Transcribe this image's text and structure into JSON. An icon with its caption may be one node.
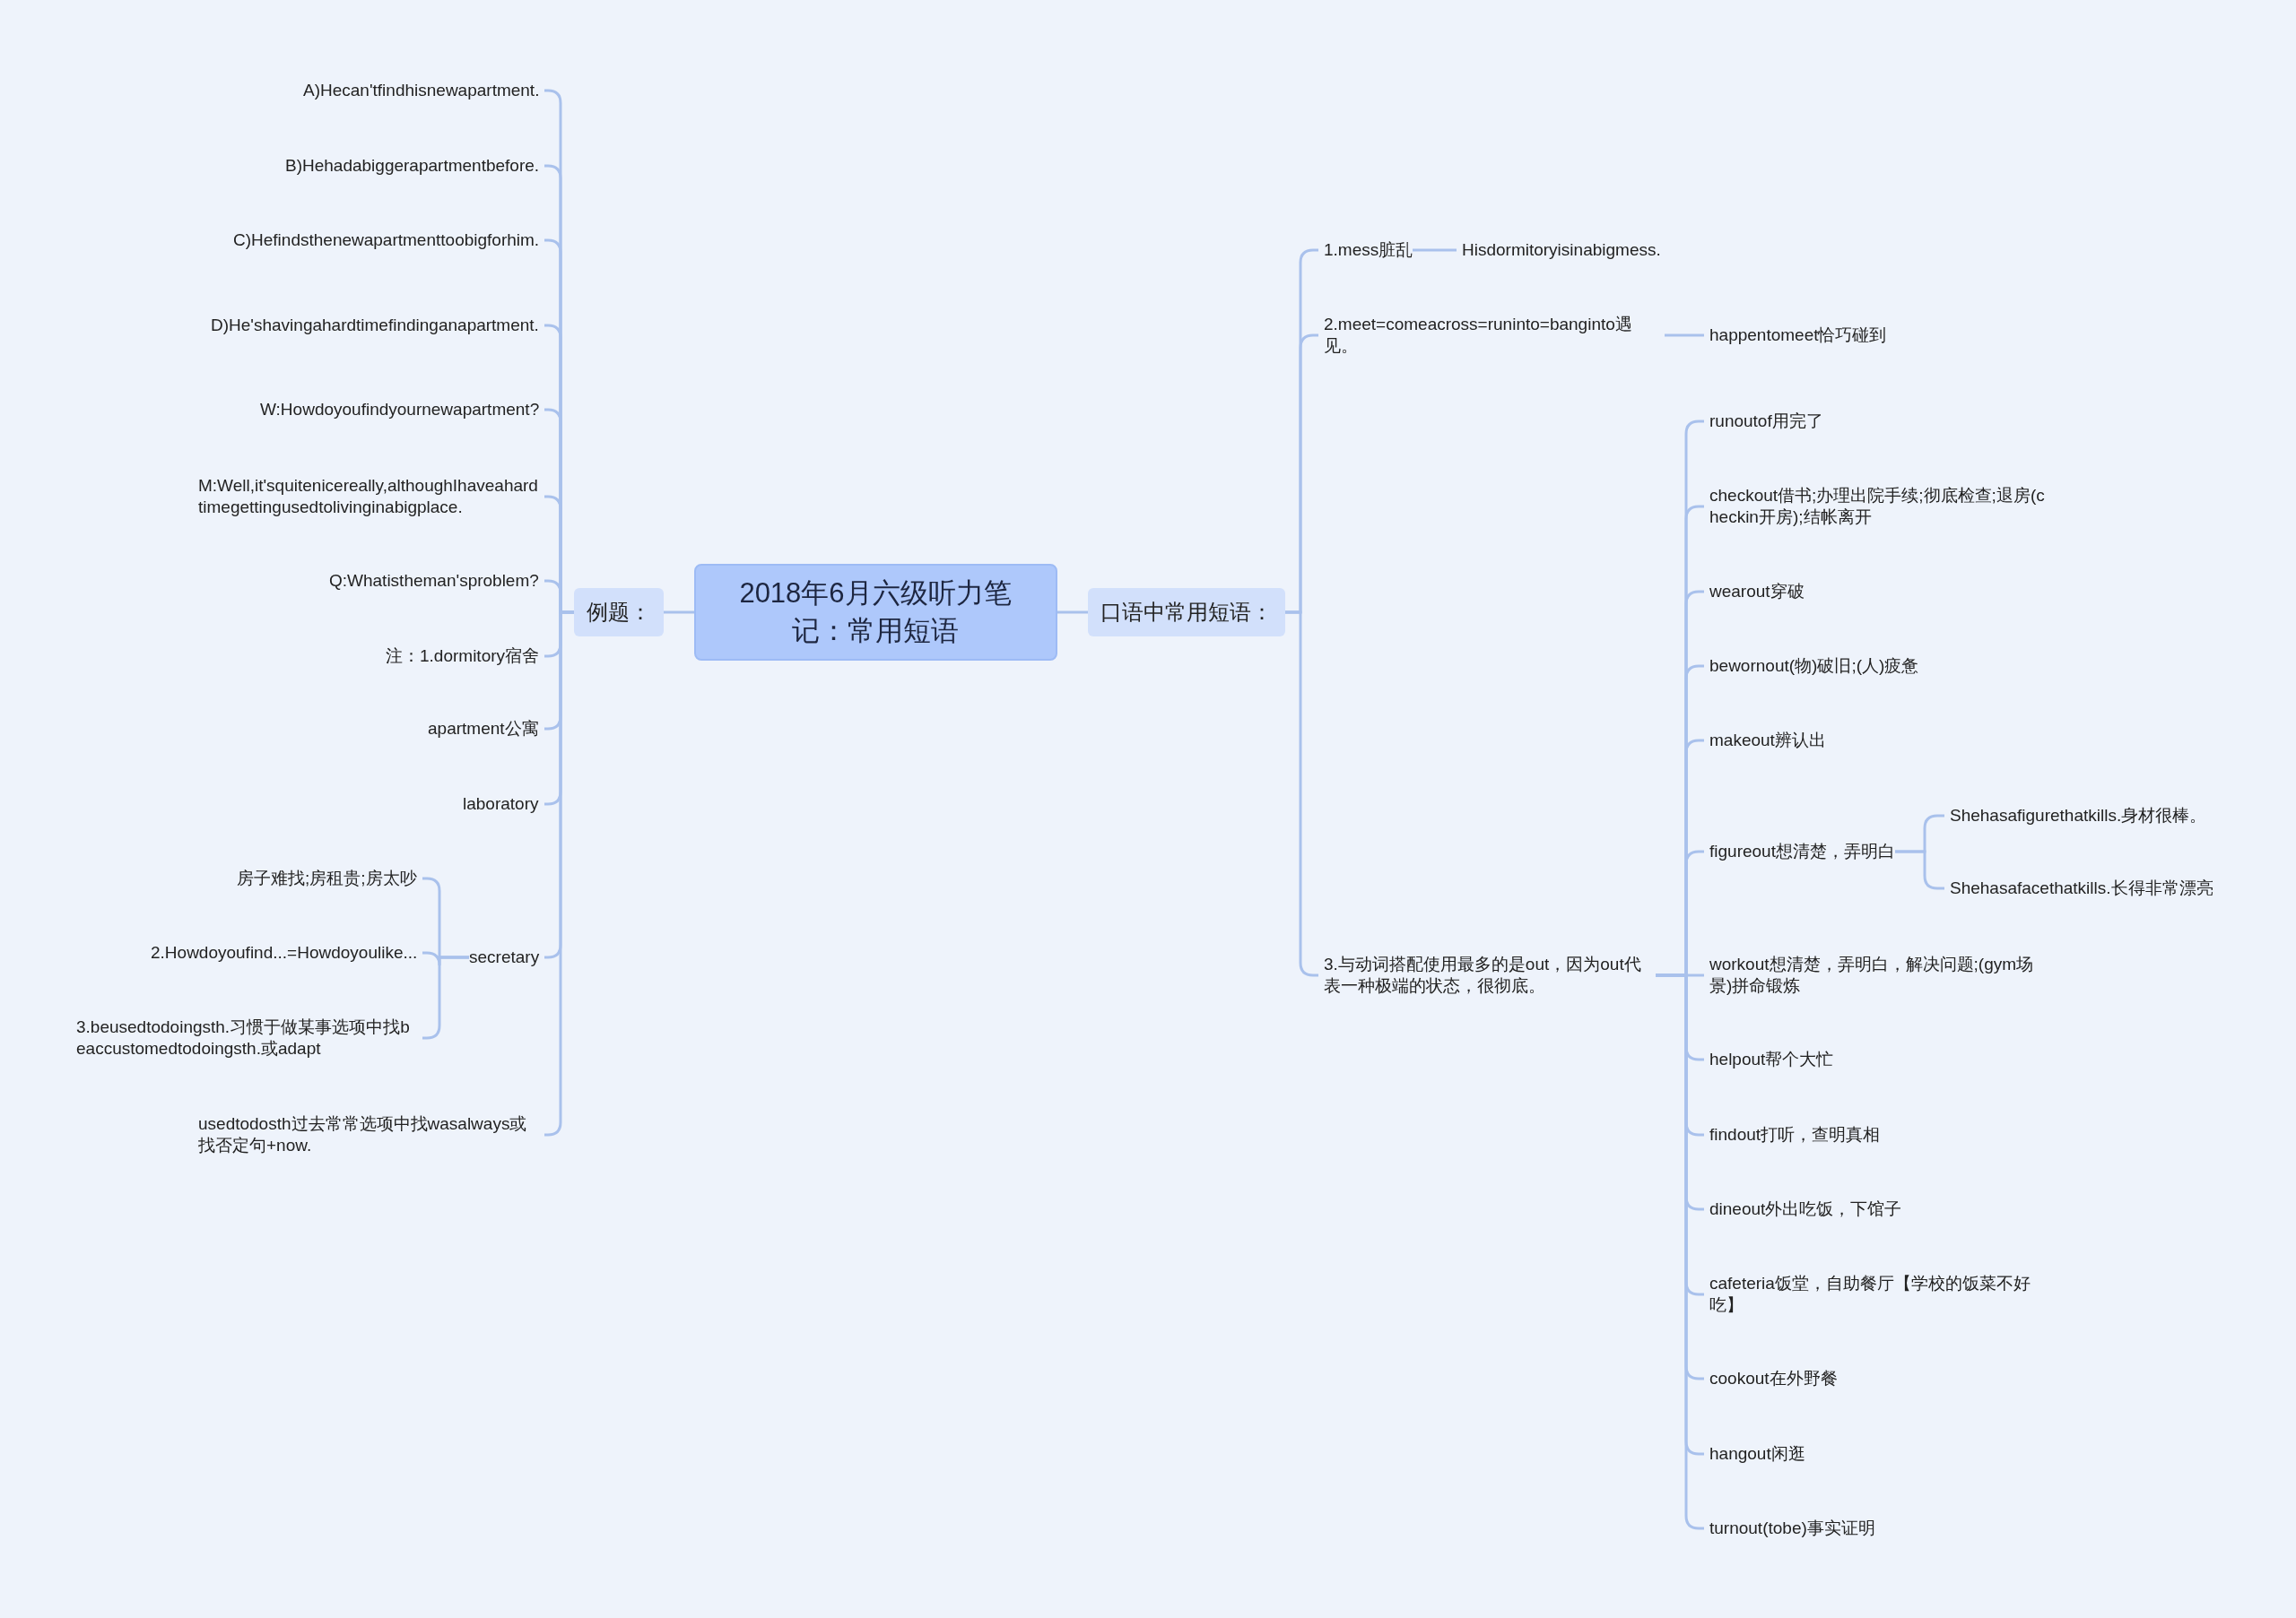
{
  "diagram": {
    "nodes": [
      {
        "text": [
          "2018年6月六级听力笔记：常用短语"
        ]
      },
      {
        "text": [
          "例题："
        ]
      },
      {
        "text": [
          "口语中常用短语："
        ]
      },
      {
        "text": [
          "A)Hecan'tfindhisnewapartment."
        ]
      },
      {
        "text": [
          "B)Hehadabiggerapartmentbefore."
        ]
      },
      {
        "text": [
          "C)Hefindsthenewapartmenttoobigforhim."
        ]
      },
      {
        "text": [
          "D)He'shavingahardtimefindinganapartment."
        ]
      },
      {
        "text": [
          "W:Howdoyoufindyournewapartment?"
        ]
      },
      {
        "text": [
          "M:Well,it'squitenicereally,althoughIhaveahardtimegettingusedtolivinginabigplace."
        ]
      },
      {
        "text": [
          "Q:Whatistheman'sproblem?"
        ]
      },
      {
        "text": [
          "注：1.dormitory宿舍"
        ]
      },
      {
        "text": [
          "apartment公寓"
        ]
      },
      {
        "text": [
          "laboratory"
        ]
      },
      {
        "text": [
          "secretary"
        ]
      },
      {
        "text": [
          "房子难找;房租贵;房太吵"
        ]
      },
      {
        "text": [
          "2.Howdoyoufind...=Howdoyoulike..."
        ]
      },
      {
        "text": [
          "3.beusedtodoingsth.习惯于做某事选项中找beaccustomedtodoingsth.或adapt"
        ]
      },
      {
        "text": [
          "usedtodosth过去常常选项中找wasalways或找否定句+now."
        ]
      },
      {
        "text": [
          "1.mess脏乱"
        ]
      },
      {
        "text": [
          "Hisdormitoryisinabigmess."
        ]
      },
      {
        "text": [
          "2.meet=comeacross=runinto=banginto遇见。"
        ]
      },
      {
        "text": [
          "happentomeet恰巧碰到"
        ]
      },
      {
        "text": [
          "3.与动词搭配使用最多的是out，因为out代表一种极端的状态，很彻底。"
        ]
      },
      {
        "text": [
          "runoutof用完了"
        ]
      },
      {
        "text": [
          "checkout借书;办理出院手续;彻底检查;退房(checkin开房);结帐离开"
        ]
      },
      {
        "text": [
          "wearout穿破"
        ]
      },
      {
        "text": [
          "bewornout(物)破旧;(人)疲惫"
        ]
      },
      {
        "text": [
          "makeout辨认出"
        ]
      },
      {
        "text": [
          "figureout想清楚，弄明白"
        ]
      },
      {
        "text": [
          "Shehasafigurethatkills.身材很棒。"
        ]
      },
      {
        "text": [
          "Shehasafacethatkills.长得非常漂亮"
        ]
      },
      {
        "text": [
          "workout想清楚，弄明白，解决问题;(gym场景)拼命锻炼"
        ]
      },
      {
        "text": [
          "helpout帮个大忙"
        ]
      },
      {
        "text": [
          "findout打听，查明真相"
        ]
      },
      {
        "text": [
          "dineout外出吃饭，下馆子"
        ]
      },
      {
        "text": [
          "cafeteria饭堂，自助餐厅【学校的饭菜不好吃】"
        ]
      },
      {
        "text": [
          "cookout在外野餐"
        ]
      },
      {
        "text": [
          "hangout闲逛"
        ]
      },
      {
        "text": [
          "turnout(tobe)事实证明"
        ]
      }
    ],
    "edges": [
      {
        "from": 0,
        "to": 1,
        "arrow": "none"
      },
      {
        "from": 0,
        "to": 2,
        "arrow": "none"
      },
      {
        "from": 1,
        "to": 3,
        "arrow": "none"
      },
      {
        "from": 1,
        "to": 4,
        "arrow": "none"
      },
      {
        "from": 1,
        "to": 5,
        "arrow": "none"
      },
      {
        "from": 1,
        "to": 6,
        "arrow": "none"
      },
      {
        "from": 1,
        "to": 7,
        "arrow": "none"
      },
      {
        "from": 1,
        "to": 8,
        "arrow": "none"
      },
      {
        "from": 1,
        "to": 9,
        "arrow": "none"
      },
      {
        "from": 1,
        "to": 10,
        "arrow": "none"
      },
      {
        "from": 1,
        "to": 11,
        "arrow": "none"
      },
      {
        "from": 1,
        "to": 12,
        "arrow": "none"
      },
      {
        "from": 1,
        "to": 13,
        "arrow": "none"
      },
      {
        "from": 13,
        "to": 14,
        "arrow": "none"
      },
      {
        "from": 13,
        "to": 15,
        "arrow": "none"
      },
      {
        "from": 13,
        "to": 16,
        "arrow": "none"
      },
      {
        "from": 1,
        "to": 17,
        "arrow": "none"
      },
      {
        "from": 2,
        "to": 18,
        "arrow": "none"
      },
      {
        "from": 18,
        "to": 19,
        "arrow": "none"
      },
      {
        "from": 2,
        "to": 20,
        "arrow": "none"
      },
      {
        "from": 20,
        "to": 21,
        "arrow": "none"
      },
      {
        "from": 2,
        "to": 22,
        "arrow": "none"
      },
      {
        "from": 22,
        "to": 23,
        "arrow": "none"
      },
      {
        "from": 22,
        "to": 24,
        "arrow": "none"
      },
      {
        "from": 22,
        "to": 25,
        "arrow": "none"
      },
      {
        "from": 22,
        "to": 26,
        "arrow": "none"
      },
      {
        "from": 22,
        "to": 27,
        "arrow": "none"
      },
      {
        "from": 22,
        "to": 28,
        "arrow": "none"
      },
      {
        "from": 28,
        "to": 29,
        "arrow": "none"
      },
      {
        "from": 28,
        "to": 30,
        "arrow": "none"
      },
      {
        "from": 22,
        "to": 31,
        "arrow": "none"
      },
      {
        "from": 22,
        "to": 32,
        "arrow": "none"
      },
      {
        "from": 22,
        "to": 33,
        "arrow": "none"
      },
      {
        "from": 22,
        "to": 34,
        "arrow": "none"
      },
      {
        "from": 22,
        "to": 35,
        "arrow": "none"
      },
      {
        "from": 22,
        "to": 36,
        "arrow": "none"
      },
      {
        "from": 22,
        "to": 37,
        "arrow": "none"
      },
      {
        "from": 22,
        "to": 38,
        "arrow": "none"
      }
    ]
  }
}
